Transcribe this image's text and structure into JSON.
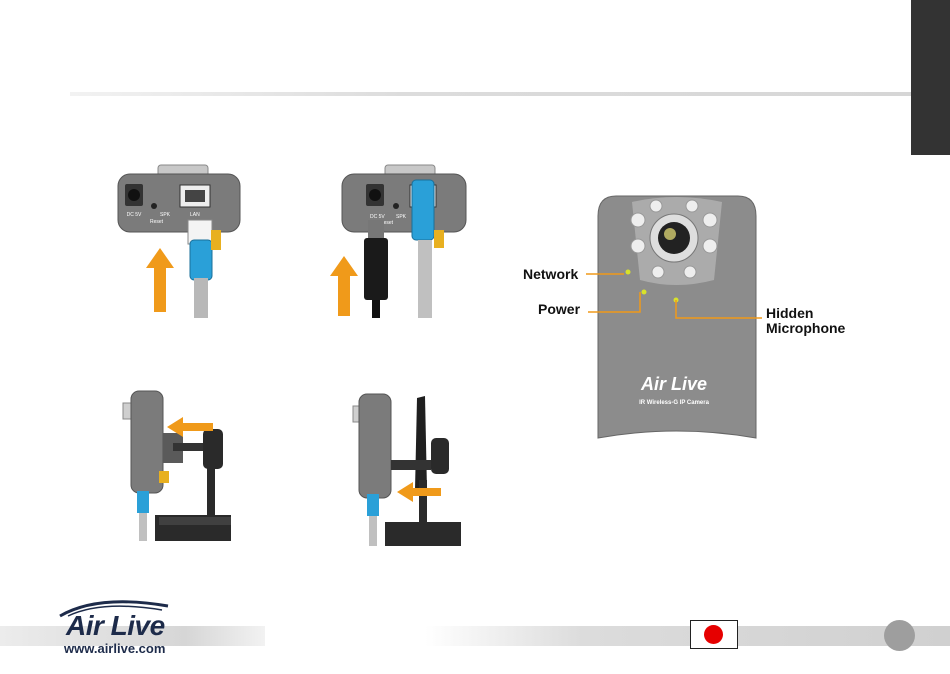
{
  "labels": {
    "network": "Network",
    "power": "Power",
    "hidden_1": "Hidden",
    "hidden_2": "Microphone"
  },
  "back_panel": {
    "dc": "DC 5V",
    "spk": "SPK",
    "reset": "Reset",
    "lan": "LAN"
  },
  "camera_brand": "Air Live",
  "camera_model": "IR Wireless-G IP Camera",
  "footer": {
    "logo": "Air Live",
    "url": "www.airlive.com"
  },
  "colors": {
    "accent": "#f09a1a",
    "led": "#d8e22a",
    "cable_blue": "#2aa0d8",
    "body_gray": "#8c8c8c"
  }
}
